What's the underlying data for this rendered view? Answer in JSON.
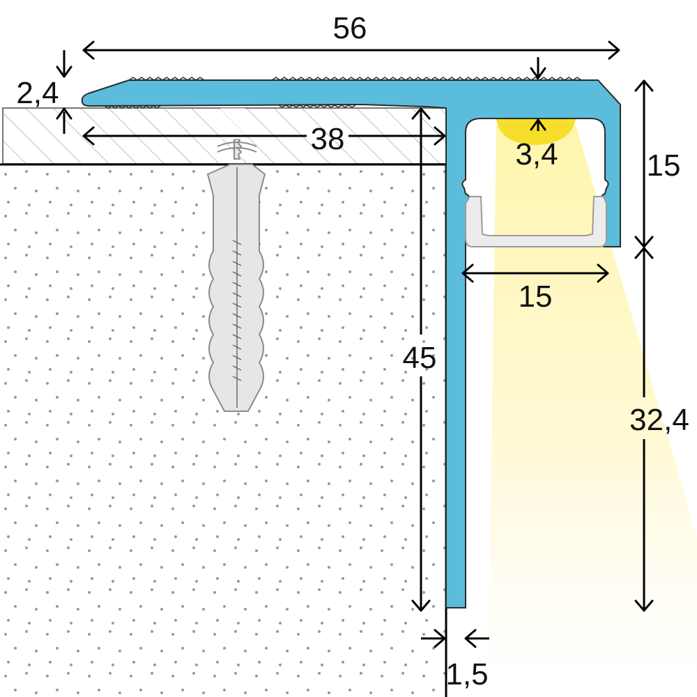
{
  "dimensions": {
    "width_total": "56",
    "tread_thickness": "2,4",
    "tread_length": "38",
    "led_depth": "3,4",
    "front_height": "15",
    "channel_width": "15",
    "nose_height": "45",
    "lower_height": "32,4",
    "wall_thickness": "1,5"
  },
  "colors": {
    "profile": "#5bbcdc",
    "light": "#fff7b0",
    "led": "#f6df2a",
    "concrete_dots": "#9a9a9a",
    "hatch": "#9a9a9a",
    "anchor": "#e6e6e6"
  }
}
